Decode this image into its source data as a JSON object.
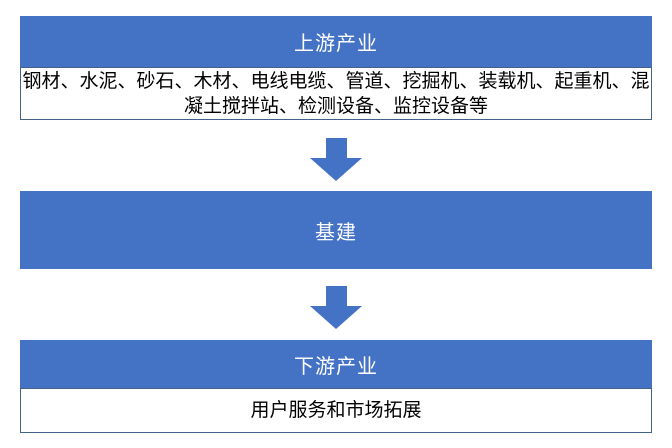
{
  "theme": {
    "accent": "#4472C4",
    "accentText": "#FFFFFF",
    "border": "#44618C",
    "bodyText": "#000000",
    "background": "#FFFFFF"
  },
  "diagram": {
    "type": "flowchart",
    "direction": "top-down",
    "sections": {
      "upstream": {
        "title": "上游产业",
        "detail": "钢材、水泥、砂石、木材、电线电缆、管道、挖掘机、装载机、起重机、混凝土搅拌站、检测设备、监控设备等"
      },
      "middle": {
        "title": "基建"
      },
      "downstream": {
        "title": "下游产业",
        "detail": "用户服务和市场拓展"
      }
    },
    "connectors": [
      {
        "icon": "down-arrow",
        "from": "upstream",
        "to": "middle"
      },
      {
        "icon": "down-arrow",
        "from": "middle",
        "to": "downstream"
      }
    ]
  }
}
